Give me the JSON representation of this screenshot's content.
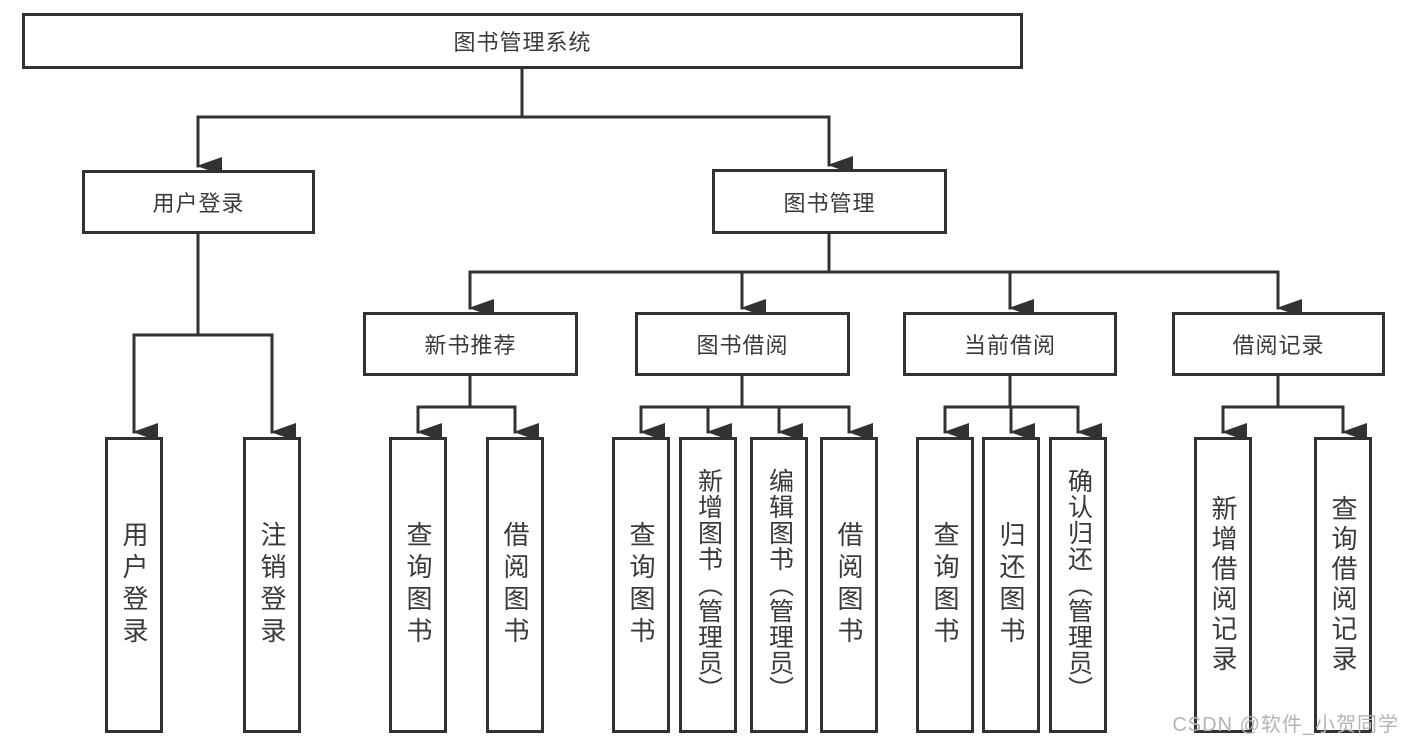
{
  "tree": {
    "root": "图书管理系统",
    "level2": [
      {
        "label": "用户登录"
      },
      {
        "label": "图书管理"
      }
    ],
    "login_children": [
      "用户登录",
      "注销登录"
    ],
    "groups": [
      {
        "label": "新书推荐",
        "children": [
          "查询图书",
          "借阅图书"
        ]
      },
      {
        "label": "图书借阅",
        "children": [
          "查询图书",
          "新增图书（管理员）",
          "编辑图书（管理员）",
          "借阅图书"
        ]
      },
      {
        "label": "当前借阅",
        "children": [
          "查询图书",
          "归还图书",
          "确认归还（管理员）"
        ]
      },
      {
        "label": "借阅记录",
        "children": [
          "新增借阅记录",
          "查询借阅记录"
        ]
      }
    ],
    "watermark": "CSDN @软件_小贺同学"
  },
  "colors": {
    "line": "#323232",
    "text": "#3a3a3a",
    "background": "#ffffff",
    "watermark": "#b4b4b8"
  }
}
